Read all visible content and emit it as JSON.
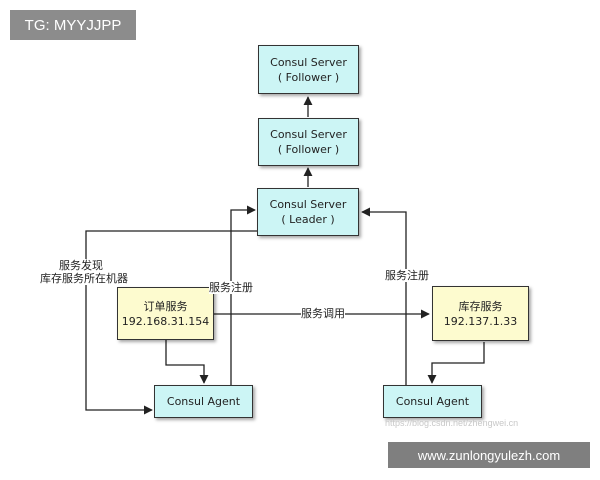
{
  "tag": "TG: MYYJJPP",
  "nodes": {
    "follower_top": {
      "line1": "Consul Server",
      "line2": "( Follower )"
    },
    "follower_mid": {
      "line1": "Consul Server",
      "line2": "( Follower )"
    },
    "leader": {
      "line1": "Consul Server",
      "line2": "( Leader )"
    },
    "order_service": {
      "line1": "订单服务",
      "line2": "192.168.31.154"
    },
    "stock_service": {
      "line1": "库存服务",
      "line2": "192.137.1.33"
    },
    "agent_left": {
      "line1": "Consul Agent"
    },
    "agent_right": {
      "line1": "Consul Agent"
    }
  },
  "labels": {
    "discovery_line1": "服务发现",
    "discovery_line2": "库存服务所在机器",
    "register_left": "服务注册",
    "register_right": "服务注册",
    "invoke": "服务调用"
  },
  "watermark": {
    "blog": "https://blog.csdn.net/zhengwei.cn",
    "url": "www.zunlongyulezh.com"
  }
}
